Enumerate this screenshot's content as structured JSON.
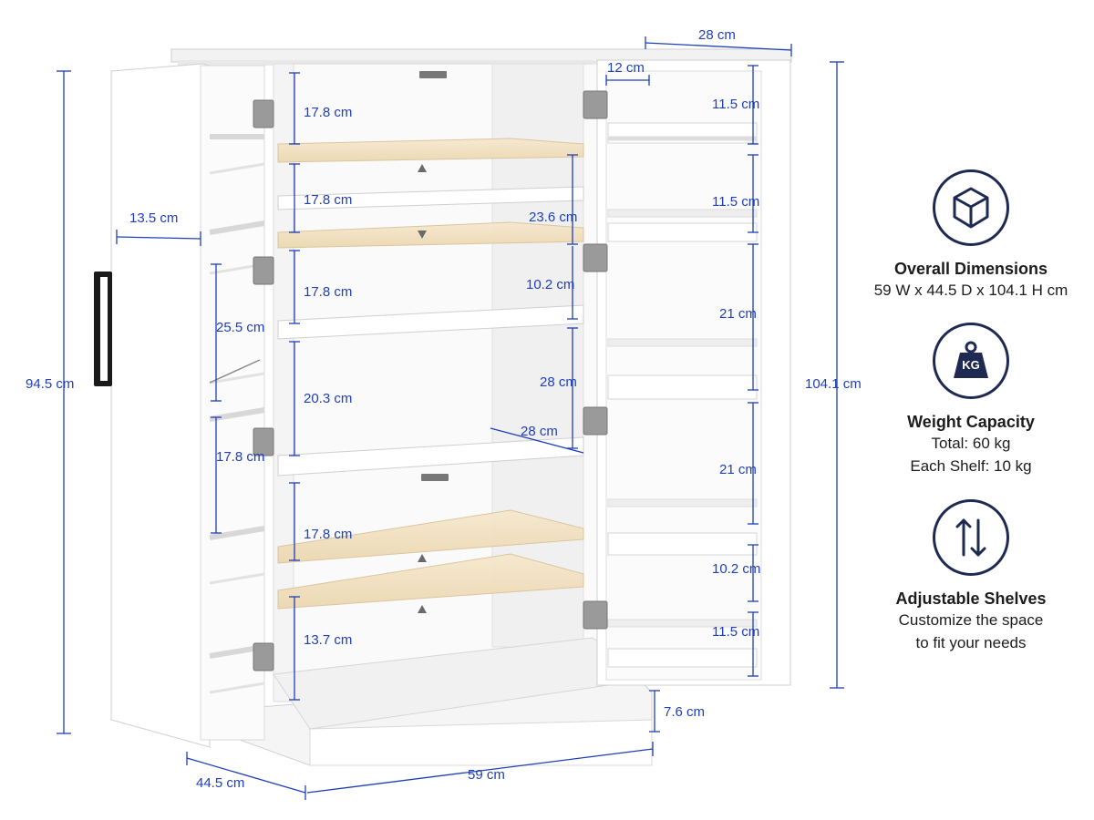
{
  "dimensions": {
    "door_depth_top": "28 cm",
    "door_gap": "12 cm",
    "left_door_rack_depth": "13.5 cm",
    "overall_height_doors": "94.5 cm",
    "overall_height_total": "104.1 cm",
    "depth": "44.5 cm",
    "width": "59 cm",
    "plinth_height": "7.6 cm",
    "shelf_spacing": [
      {
        "label": "17.8 cm"
      },
      {
        "label": "17.8 cm"
      },
      {
        "label": "17.8 cm"
      },
      {
        "label": "20.3 cm"
      },
      {
        "label": "17.8 cm"
      },
      {
        "label": "13.7 cm"
      }
    ],
    "center_right": [
      {
        "label": "23.6 cm"
      },
      {
        "label": "10.2 cm"
      },
      {
        "label": "28 cm"
      },
      {
        "label": "28 cm"
      }
    ],
    "left_door": [
      {
        "label": "25.5 cm"
      },
      {
        "label": "17.8 cm"
      }
    ],
    "right_door": [
      {
        "label": "11.5 cm"
      },
      {
        "label": "11.5 cm"
      },
      {
        "label": "21 cm"
      },
      {
        "label": "21 cm"
      },
      {
        "label": "10.2 cm"
      },
      {
        "label": "11.5 cm"
      }
    ]
  },
  "features": [
    {
      "icon": "cube-icon",
      "title": "Overall Dimensions",
      "lines": [
        "59 W x 44.5 D x 104.1 H cm"
      ]
    },
    {
      "icon": "weight-icon",
      "badge": "KG",
      "title": "Weight Capacity",
      "lines": [
        "Total: 60 kg",
        "Each Shelf: 10 kg"
      ]
    },
    {
      "icon": "arrows-updown-icon",
      "title": "Adjustable Shelves",
      "lines": [
        "Customize the space",
        "to fit your needs"
      ]
    }
  ],
  "colors": {
    "dimension_blue": "#1f3fb8",
    "icon_navy": "#1e2a52",
    "cabinet_white": "#ffffff",
    "shelf_wood": "#f3e2c4"
  }
}
